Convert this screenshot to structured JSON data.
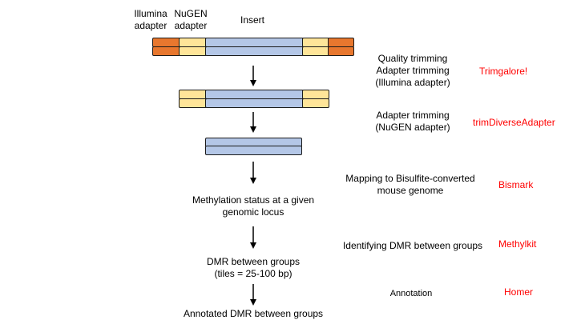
{
  "labels": {
    "illumina_adapter": [
      "Illumina",
      "adapter"
    ],
    "nugen_adapter": [
      "NuGEN",
      "adapter"
    ],
    "insert": "Insert"
  },
  "steps": [
    {
      "lines": [
        "Quality trimming",
        "Adapter trimming",
        "(Illumina adapter)"
      ],
      "tool": "Trimgalore!"
    },
    {
      "lines": [
        "Adapter trimming",
        "(NuGEN adapter)"
      ],
      "tool": "trimDiverseAdapter"
    },
    {
      "lines": [
        "Mapping to Bisulfite-converted",
        "mouse genome"
      ],
      "tool": "Bismark"
    },
    {
      "lines": [
        "Identifying DMR between groups"
      ],
      "tool": "Methylkit"
    },
    {
      "lines": [
        "Annotation"
      ],
      "tool": "Homer"
    }
  ],
  "results": {
    "methylation": [
      "Methylation status at a given",
      "genomic locus"
    ],
    "dmr": [
      "DMR between groups",
      "(tiles = 25-100 bp)"
    ],
    "annotated": "Annotated DMR between groups"
  },
  "colors": {
    "illumina_adapter": "#e8772e",
    "nugen_adapter": "#ffe599",
    "insert": "#b4c7e7",
    "tool_text": "#ff0000"
  }
}
